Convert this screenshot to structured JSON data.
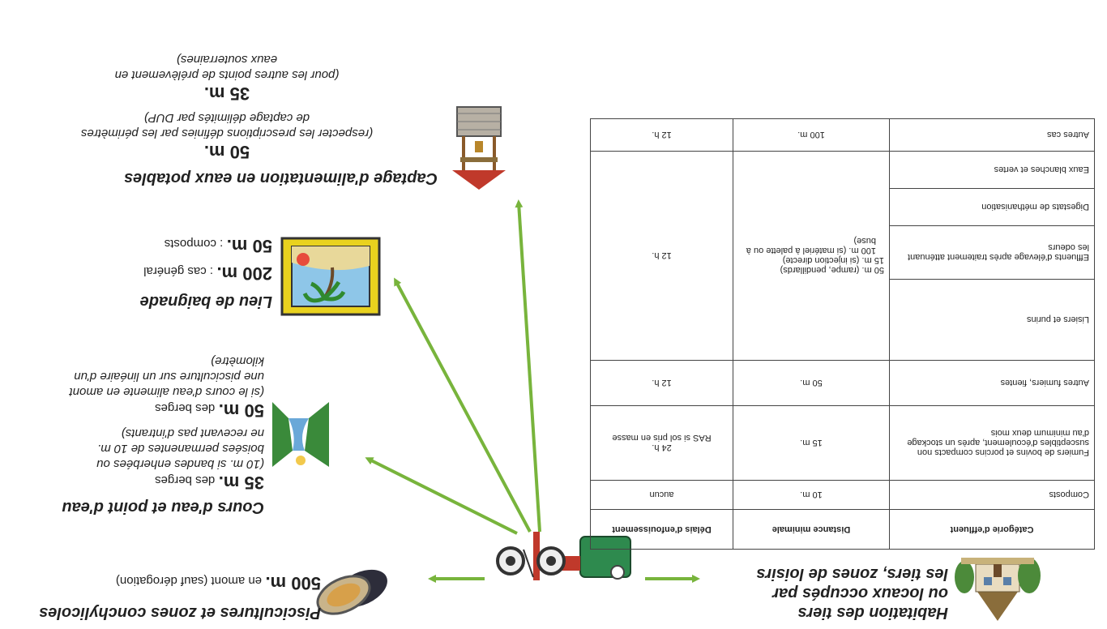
{
  "habitation": {
    "title_line1": "Habitation des tiers",
    "title_line2": "ou locaux occupés par",
    "title_line3": "les tiers, zones de loisirs"
  },
  "table": {
    "headers": [
      "Catégorie d'effluent",
      "Distance minimale",
      "Délais d'enfouissement"
    ],
    "rows": {
      "composts": {
        "category": "Composts",
        "distance": "10 m.",
        "delay": "aucun"
      },
      "fumiers": {
        "category": "Fumiers de bovins et porcins compacts non susceptibles d'écoulement, après un stockage d'au minimum deux mois",
        "distance": "15 m.",
        "delay_line1": "24 h.",
        "delay_line2": "RAS si sol pris en masse"
      },
      "autres_fumiers": {
        "category": "Autres fumiers, fientes",
        "distance": "50 m.",
        "delay": "12 h."
      },
      "lisiers": {
        "category": "Lisiers et purins"
      },
      "effluents": {
        "category": "Effluents d'élevage après traitement atténuant les odeurs"
      },
      "digestats": {
        "category": "Digestats de méthanisation"
      },
      "eaux": {
        "category": "Eaux blanches et vertes"
      },
      "group": {
        "distance_line1": "50 m. (rampe, pendillards)",
        "distance_line2": "15 m. (si injection directe)",
        "distance_line3": "100 m. (si matériel à palette ou à buse)",
        "delay": "12 h."
      },
      "autres_cas": {
        "category": "Autres cas",
        "distance": "100 m.",
        "delay": "12 h."
      }
    }
  },
  "pisciculture": {
    "title": "Piscicultures et zones conchylicoles",
    "distance": "500 m.",
    "text": "en amont (sauf dérogation)"
  },
  "cours_eau": {
    "title": "Cours d'eau et point d'eau",
    "distance_1": "35 m.",
    "text_1": "des berges",
    "comment_1_line1": "(10 m. si bandes enherbées ou",
    "comment_1_line2": "boisées permanentes de 10 m.",
    "comment_1_line3": "ne recevant pas d'intrants)",
    "distance_2": "50 m.",
    "text_2": "des berges",
    "comment_2_line1": "(si le cours d'eau alimente en amont",
    "comment_2_line2": "une pisciculture sur un linéaire d'un",
    "comment_2_line3": "kilomètre)"
  },
  "baignade": {
    "title": "Lieu de baignade",
    "distance_1": "200 m.",
    "text_1": ": cas général",
    "distance_2": "50 m.",
    "text_2": ": composts"
  },
  "captage": {
    "title": "Captage d'alimentation en eaux potables",
    "distance_1": "50 m.",
    "comment_1_line1": "(respecter les prescriptions définies par les périmètres",
    "comment_1_line2": "de captage délimités par DUP)",
    "distance_2": "35 m.",
    "comment_2_line1": "(pour les autres points de prélèvement en",
    "comment_2_line2": "eaux souterraines)"
  },
  "colors": {
    "arrow": "#78b43c",
    "tank": "#2e8a4e",
    "frame": "#e9d21e"
  }
}
